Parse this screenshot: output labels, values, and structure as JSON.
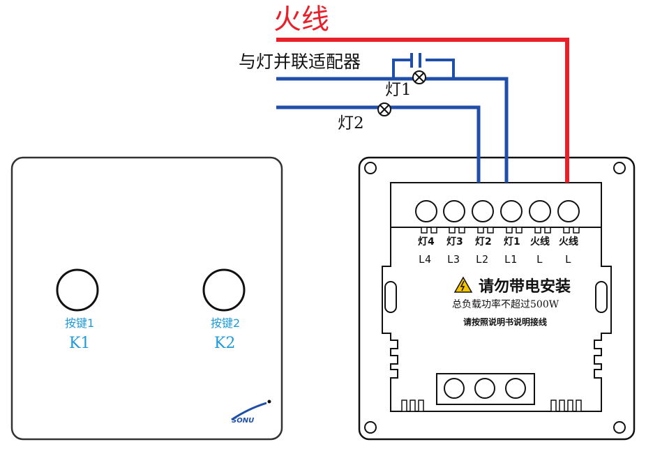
{
  "labels": {
    "live_wire": "火线",
    "adapter": "与灯并联适配器",
    "lamp1": "灯1",
    "lamp2": "灯2"
  },
  "panel": {
    "key1_label": "按键1",
    "key1_code": "K1",
    "key2_label": "按键2",
    "key2_code": "K2",
    "brand": "SONU"
  },
  "terminals": [
    {
      "name": "灯4",
      "code": "L4"
    },
    {
      "name": "灯3",
      "code": "L3"
    },
    {
      "name": "灯2",
      "code": "L2"
    },
    {
      "name": "灯1",
      "code": "L1"
    },
    {
      "name": "火线",
      "code": "L"
    },
    {
      "name": "火线",
      "code": "L"
    }
  ],
  "warning": {
    "title": "请勿带电安装",
    "load": "总负载功率不超过500W",
    "manual": "请按照说明书说明接线"
  },
  "colors": {
    "live": "#e8202a",
    "lamp_wire": "#1f4fa8",
    "key_text": "#1e9ad6",
    "warning_triangle": "#f5c400"
  }
}
